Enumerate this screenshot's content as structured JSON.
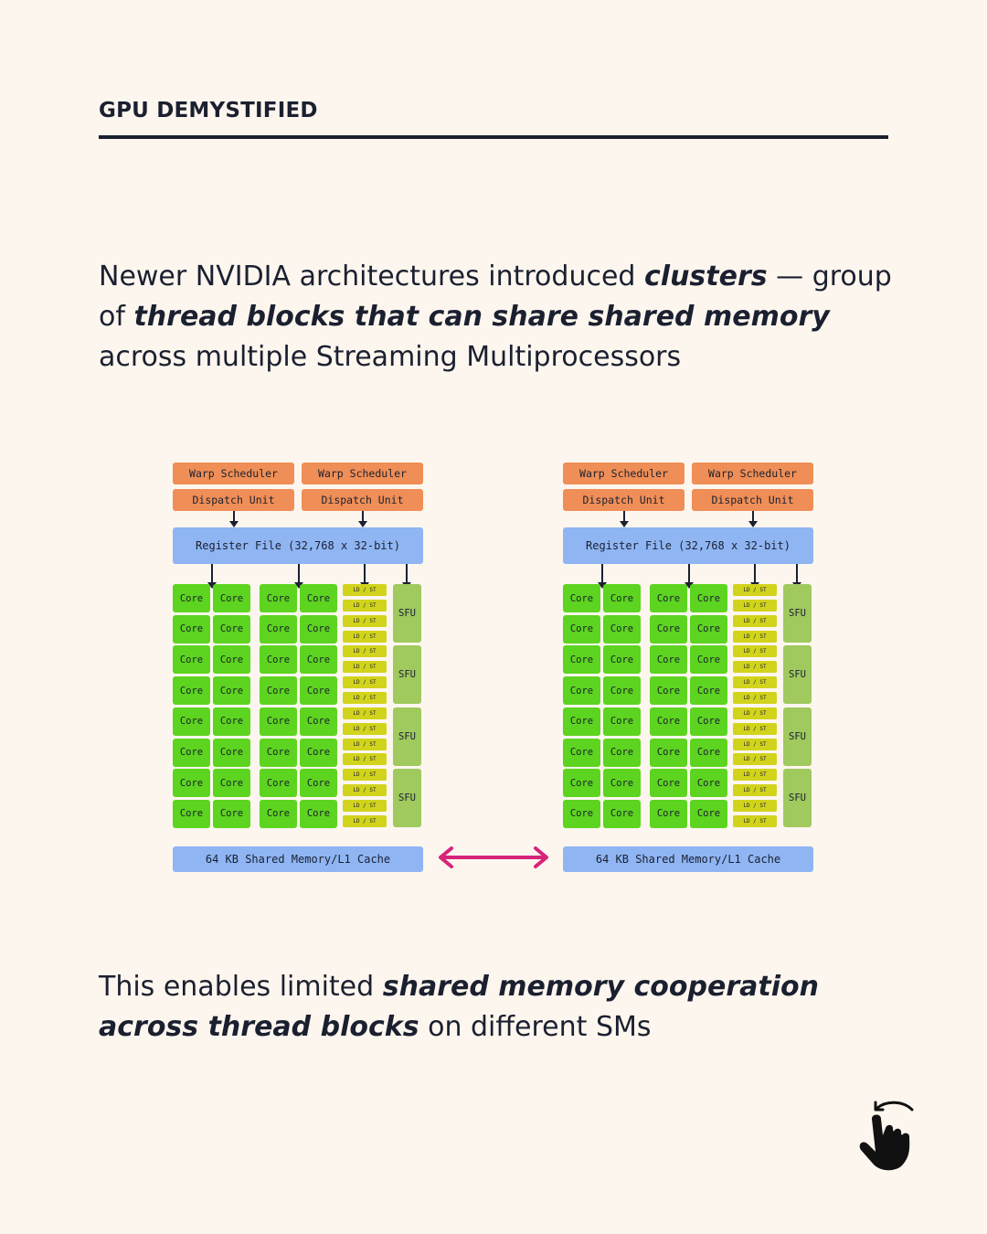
{
  "header": {
    "title": "GPU DEMYSTIFIED"
  },
  "intro": {
    "p1": "Newer NVIDIA architectures introduced ",
    "b1": "clusters",
    "p2": " — group of ",
    "b2": "thread blocks that can share shared memory",
    "p3": " across multiple Streaming Multiprocessors"
  },
  "diagram": {
    "warp_scheduler": "Warp Scheduler",
    "dispatch_unit": "Dispatch Unit",
    "register_file": "Register File (32,768 x 32-bit)",
    "core": "Core",
    "ldst": "LD / ST",
    "sfu": "SFU",
    "shared_memory": "64 KB Shared Memory/L1 Cache",
    "colors": {
      "scheduler": "#ef8e56",
      "register": "#8fb5f3",
      "core": "#5dd41f",
      "ldst": "#d2d31c",
      "sfu": "#a0c95e",
      "link": "#d6247a"
    },
    "link_icon": "double-headed-arrow"
  },
  "outro": {
    "p1": "This enables limited ",
    "b1": "shared memory cooperation across thread blocks",
    "p2": " on different SMs"
  },
  "swipe_icon": "swipe-hand-icon"
}
